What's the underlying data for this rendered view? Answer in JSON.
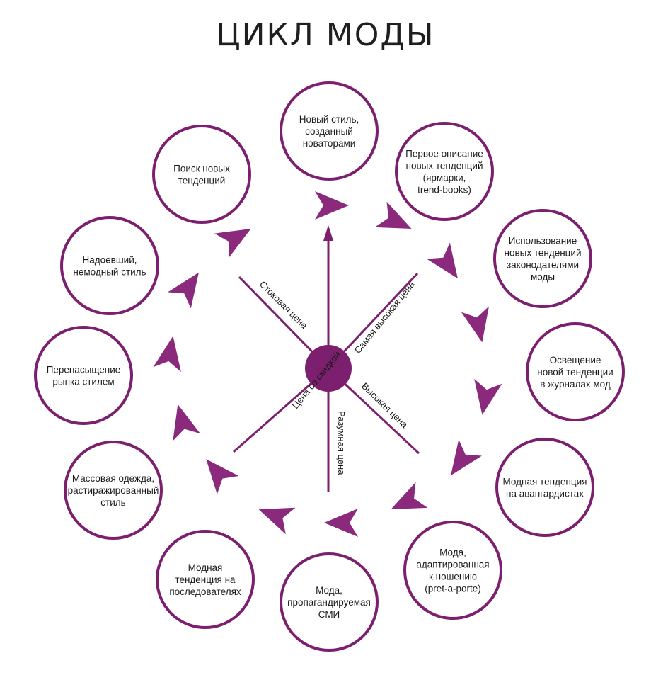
{
  "title": "ЦИКЛ МОДЫ",
  "colors": {
    "accent": "#7b1f6e",
    "arrow": "#8b2a7d"
  },
  "nodes": [
    {
      "lines": [
        "Новый стиль,",
        "созданный",
        "новаторами"
      ]
    },
    {
      "lines": [
        "Первое описание",
        "новых тенденций",
        "(ярмарки,",
        "trend-books)"
      ]
    },
    {
      "lines": [
        "Использование",
        "новых тенденций",
        "законодателями",
        "моды"
      ]
    },
    {
      "lines": [
        "Освещение",
        "новой тенденции",
        "в журналах мод"
      ]
    },
    {
      "lines": [
        "Модная тенденция",
        "на авангардистах"
      ]
    },
    {
      "lines": [
        "Мода,",
        "адаптированная",
        "к ношению",
        "(pret-a-porte)"
      ]
    },
    {
      "lines": [
        "Мода,",
        "пропагандируемая",
        "СМИ"
      ]
    },
    {
      "lines": [
        "Модная",
        "тенденция на",
        "последователях"
      ]
    },
    {
      "lines": [
        "Массовая одежда,",
        "растиражированный",
        "стиль"
      ]
    },
    {
      "lines": [
        "Перенасыщение",
        "рынка стилем"
      ]
    },
    {
      "lines": [
        "Надоевший,",
        "немодный стиль"
      ]
    },
    {
      "lines": [
        "Поиск новых",
        "тенденций"
      ]
    }
  ],
  "spokes": [
    {
      "label": "Самая высокая цена"
    },
    {
      "label": "Высокая цена"
    },
    {
      "label": "Разумная цена"
    },
    {
      "label": "Цена со скидкой"
    },
    {
      "label": "Стоковая цена"
    }
  ]
}
